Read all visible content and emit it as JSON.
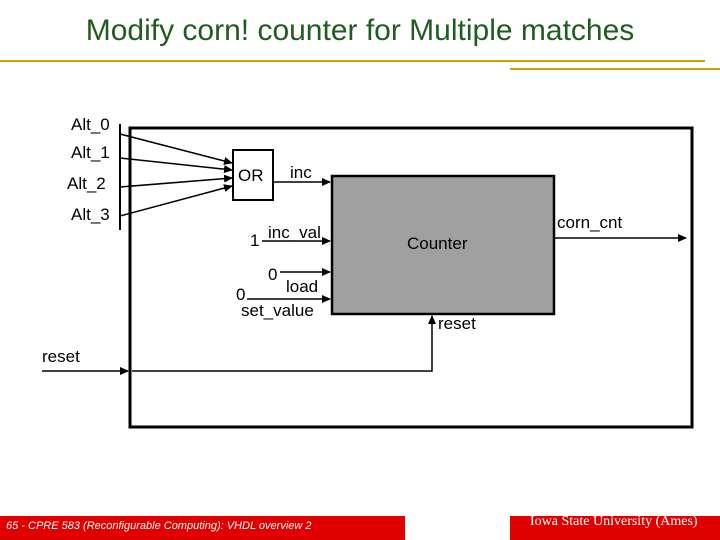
{
  "title": "Modify corn! counter for Multiple matches",
  "inputs": [
    "Alt_0",
    "Alt_1",
    "Alt_2",
    "Alt_3"
  ],
  "gate": "OR",
  "signals": {
    "inc": "inc",
    "inc_val_const": "1",
    "inc_val": "inc_val",
    "load_const": "0",
    "load": "load",
    "set_value_const": "0",
    "set_value": "set_value",
    "counter": "Counter",
    "corn_cnt": "corn_cnt",
    "reset_inner": "reset",
    "reset_outer": "reset"
  },
  "footer": {
    "left": "65 - CPRE 583 (Reconfigurable Computing):  VHDL overview 2",
    "right": "Iowa State University (Ames)"
  },
  "colors": {
    "title": "#1f5c1f",
    "rule": "#c8a000",
    "footer": "#e10000",
    "counter_fill": "#a0a0a0"
  }
}
